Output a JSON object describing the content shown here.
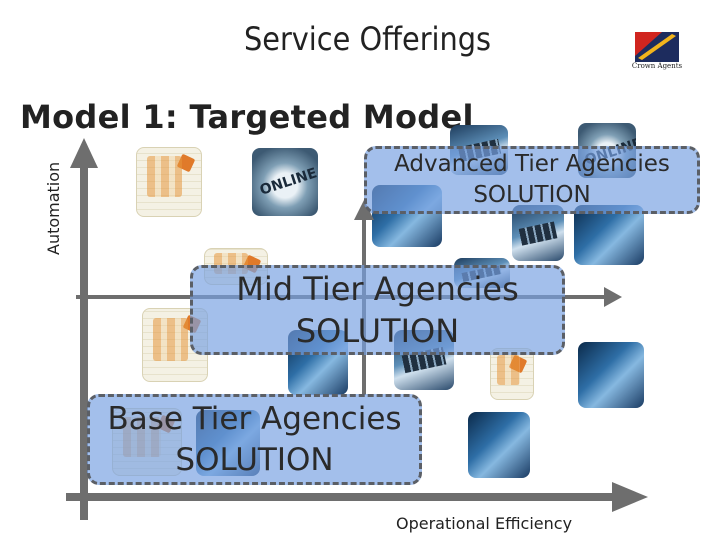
{
  "title": "Service Offerings",
  "subtitle": "Model 1: Targeted Model",
  "logo": {
    "text": "Crown Agents",
    "colors": {
      "red": "#d0251f",
      "yellow": "#f2b41c",
      "navy": "#1d2c5e"
    }
  },
  "axes": {
    "y_label": "Automation",
    "x_label": "Operational Efficiency",
    "color": "#6e6e6e"
  },
  "tiers": {
    "advanced": {
      "line1": "Advanced Tier Agencies",
      "line2": "SOLUTION"
    },
    "mid": {
      "line1": "Mid Tier Agencies",
      "line2": "SOLUTION"
    },
    "base": {
      "line1": "Base Tier Agencies",
      "line2": "SOLUTION"
    }
  },
  "box_fill": "#78a0e1",
  "photos": [
    "document-chart-photo",
    "online-sign-photo",
    "keyboard-hands-photo",
    "online-sign-photo",
    "laptop-screen-photo",
    "keyboard-hands-photo",
    "laptop-screen-photo",
    "document-chart-photo",
    "keyboard-hands-photo",
    "document-chart-photo",
    "laptop-screen-photo",
    "document-chart-photo",
    "keyboard-hands-photo",
    "laptop-screen-photo",
    "laptop-screen-photo",
    "document-chart-photo",
    "laptop-screen-photo"
  ]
}
